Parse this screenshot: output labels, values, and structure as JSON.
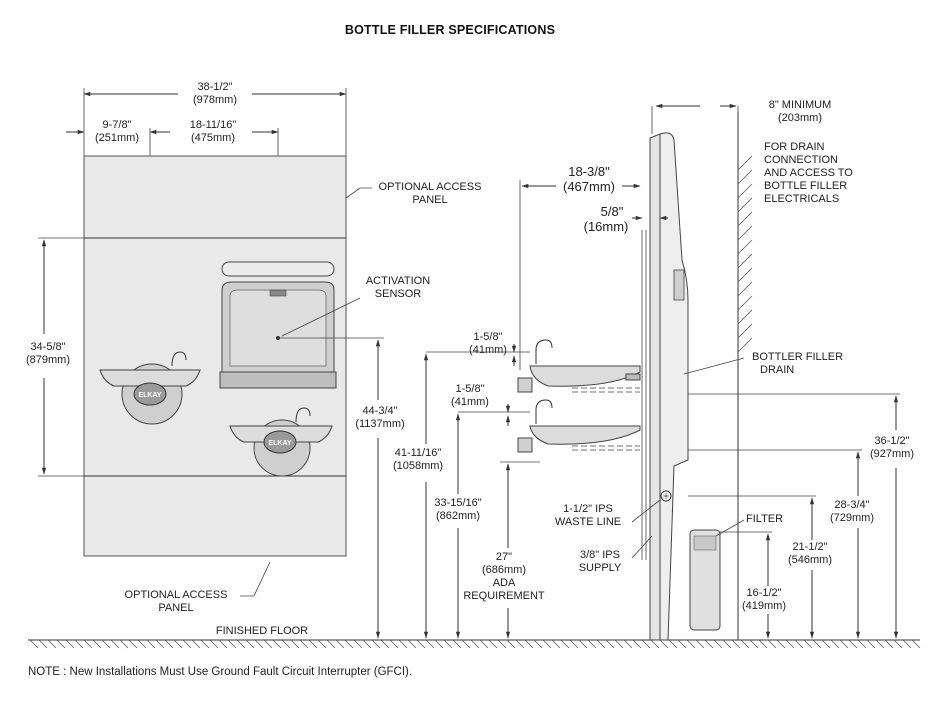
{
  "title": "BOTTLE FILLER SPECIFICATIONS",
  "note": "NOTE : New Installations Must Use Ground Fault Circuit Interrupter (GFCI).",
  "brand": "ELKAY",
  "front": {
    "width_in": "38-1/2\"",
    "width_mm": "(978mm)",
    "offset_left_in": "9-7/8\"",
    "offset_left_mm": "(251mm)",
    "offset_center_in": "18-11/16\"",
    "offset_center_mm": "(475mm)",
    "height_in": "34-5/8\"",
    "height_mm": "(879mm)",
    "sensor_height_in": "44-3/4\"",
    "sensor_height_mm": "(1137mm)",
    "access_panel_top_1": "OPTIONAL ACCESS",
    "access_panel_top_2": "PANEL",
    "activation_1": "ACTIVATION",
    "activation_2": "SENSOR",
    "access_panel_bottom_1": "OPTIONAL ACCESS",
    "access_panel_bottom_2": "PANEL",
    "finished_floor": "FINISHED FLOOR"
  },
  "side": {
    "depth_in": "18-3/8\"",
    "depth_mm": "(467mm)",
    "wall_gap_in": "5/8\"",
    "wall_gap_mm": "(16mm)",
    "min_depth_in": "8\" MINIMUM",
    "min_depth_mm": "(203mm)",
    "drain_note": [
      "FOR DRAIN",
      "CONNECTION",
      "AND ACCESS TO",
      "BOTTLE FILLER",
      "ELECTRICALS"
    ],
    "spout_upper_in": "1-5/8\"",
    "spout_upper_mm": "(41mm)",
    "spout_lower_in": "1-5/8\"",
    "spout_lower_mm": "(41mm)",
    "drain_label_1": "BOTTLER FILLER",
    "drain_label_2": "DRAIN",
    "h1_in": "41-11/16\"",
    "h1_mm": "(1058mm)",
    "h2_in": "33-15/16\"",
    "h2_mm": "(862mm)",
    "ada_in": "27\"",
    "ada_mm": "(686mm)",
    "ada_1": "ADA",
    "ada_2": "REQUIREMENT",
    "waste_1": "1-1/2\" IPS",
    "waste_2": "WASTE LINE",
    "supply_1": "3/8\" IPS",
    "supply_2": "SUPPLY",
    "filter": "FILTER",
    "r1_in": "36-1/2\"",
    "r1_mm": "(927mm)",
    "r2_in": "28-3/4\"",
    "r2_mm": "(729mm)",
    "r3_in": "21-1/2\"",
    "r3_mm": "(546mm)",
    "r4_in": "16-1/2\"",
    "r4_mm": "(419mm)"
  }
}
